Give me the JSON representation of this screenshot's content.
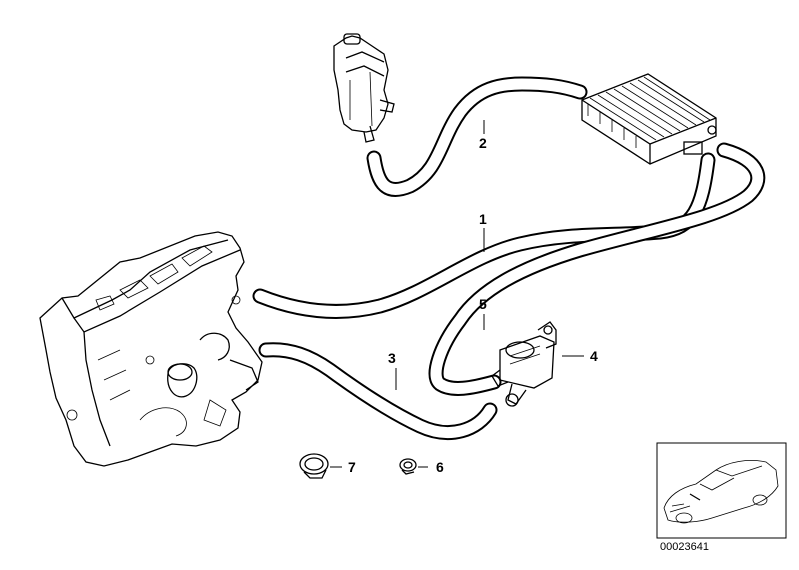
{
  "callouts": [
    {
      "id": "1",
      "label": "1"
    },
    {
      "id": "2",
      "label": "2"
    },
    {
      "id": "3",
      "label": "3"
    },
    {
      "id": "4",
      "label": "4"
    },
    {
      "id": "5",
      "label": "5"
    },
    {
      "id": "6",
      "label": "6"
    },
    {
      "id": "7",
      "label": "7"
    }
  ],
  "image_code": "00023641",
  "line_color": "#000000",
  "background_color": "#ffffff"
}
